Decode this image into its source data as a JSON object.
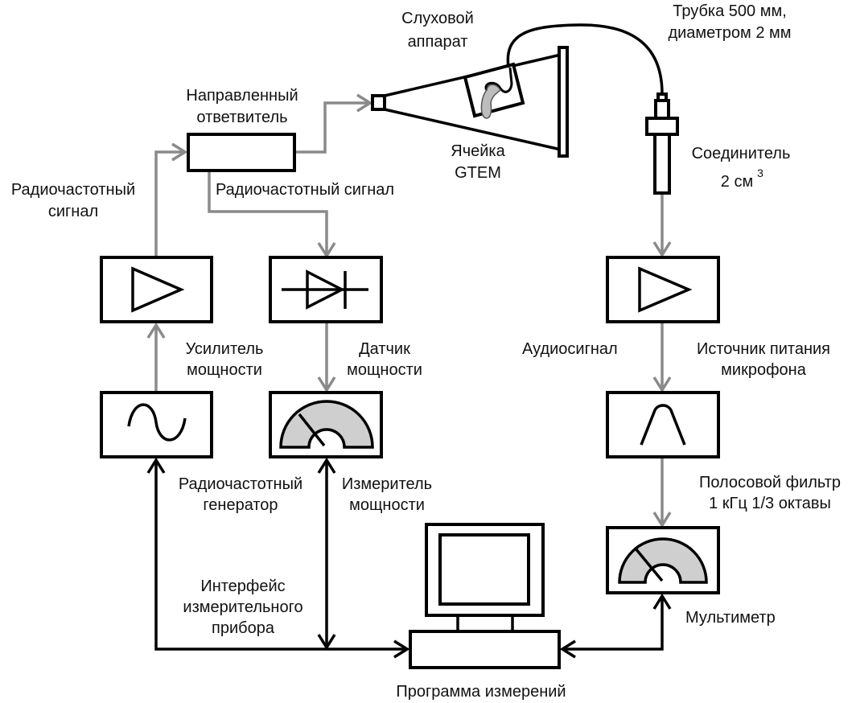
{
  "diagram": {
    "title": "Схема измерения радиочастотной помехоустойчивости слухового аппарата",
    "colors": {
      "rf_path": "#8a8a8a",
      "control_path": "#000000",
      "gauge_fill": "#cfcfcf"
    },
    "labels": {
      "hearing_aid": [
        "Слуховой",
        "аппарат"
      ],
      "tube": [
        "Трубка 500 мм,",
        "диаметром 2 мм"
      ],
      "directional_coupler": [
        "Направленный",
        "ответвитель"
      ],
      "gtem_cell": [
        "Ячейка",
        "GTEM"
      ],
      "rf_signal_left": [
        "Радиочастотный",
        "сигнал"
      ],
      "rf_signal_mid": "Радиочастотный сигнал",
      "coupler_2cc": [
        "Соединитель",
        "2 см"
      ],
      "coupler_2cc_sup": "3",
      "power_amplifier": [
        "Усилитель",
        "мощности"
      ],
      "power_sensor": [
        "Датчик",
        "мощности"
      ],
      "audio_signal": "Аудиосигнал",
      "mic_power_supply": [
        "Источник питания",
        "микрофона"
      ],
      "rf_generator": [
        "Радиочастотный",
        "генератор"
      ],
      "power_meter": [
        "Измеритель",
        "мощности"
      ],
      "bandpass_filter": [
        "Полосовой фильтр",
        "1 кГц 1/3 октавы"
      ],
      "instrument_interface": [
        "Интерфейс",
        "измерительного",
        "прибора"
      ],
      "multimeter": "Мультиметр",
      "measurement_program": "Программа измерений"
    },
    "blocks": [
      {
        "id": "directional-coupler",
        "icon": "rectangle"
      },
      {
        "id": "gtem-cell",
        "icon": "gtem-horn-icon"
      },
      {
        "id": "hearing-aid",
        "icon": "hearing-aid-icon"
      },
      {
        "id": "coupler-2cc",
        "icon": "acoustic-coupler-icon"
      },
      {
        "id": "power-amplifier",
        "icon": "amplifier-triangle-icon"
      },
      {
        "id": "power-sensor",
        "icon": "diode-icon"
      },
      {
        "id": "microphone-amplifier",
        "icon": "amplifier-triangle-icon"
      },
      {
        "id": "rf-generator",
        "icon": "sine-wave-icon"
      },
      {
        "id": "power-meter",
        "icon": "gauge-icon"
      },
      {
        "id": "bandpass-filter",
        "icon": "bandpass-curve-icon"
      },
      {
        "id": "multimeter",
        "icon": "gauge-icon"
      },
      {
        "id": "computer",
        "icon": "computer-icon"
      }
    ],
    "connections": [
      {
        "from": "power-amplifier",
        "to": "directional-coupler",
        "type": "rf"
      },
      {
        "from": "directional-coupler",
        "to": "gtem-cell",
        "type": "rf"
      },
      {
        "from": "directional-coupler",
        "to": "power-sensor",
        "type": "rf"
      },
      {
        "from": "rf-generator",
        "to": "power-amplifier",
        "type": "rf"
      },
      {
        "from": "power-sensor",
        "to": "power-meter",
        "type": "rf"
      },
      {
        "from": "hearing-aid",
        "to": "coupler-2cc",
        "type": "acoustic-tube"
      },
      {
        "from": "coupler-2cc",
        "to": "microphone-amplifier",
        "type": "audio"
      },
      {
        "from": "microphone-amplifier",
        "to": "bandpass-filter",
        "type": "audio"
      },
      {
        "from": "bandpass-filter",
        "to": "multimeter",
        "type": "audio"
      },
      {
        "from": "computer",
        "to": "rf-generator",
        "type": "control-bidirectional"
      },
      {
        "from": "computer",
        "to": "power-meter",
        "type": "control-bidirectional"
      },
      {
        "from": "computer",
        "to": "multimeter",
        "type": "control-bidirectional"
      }
    ]
  }
}
